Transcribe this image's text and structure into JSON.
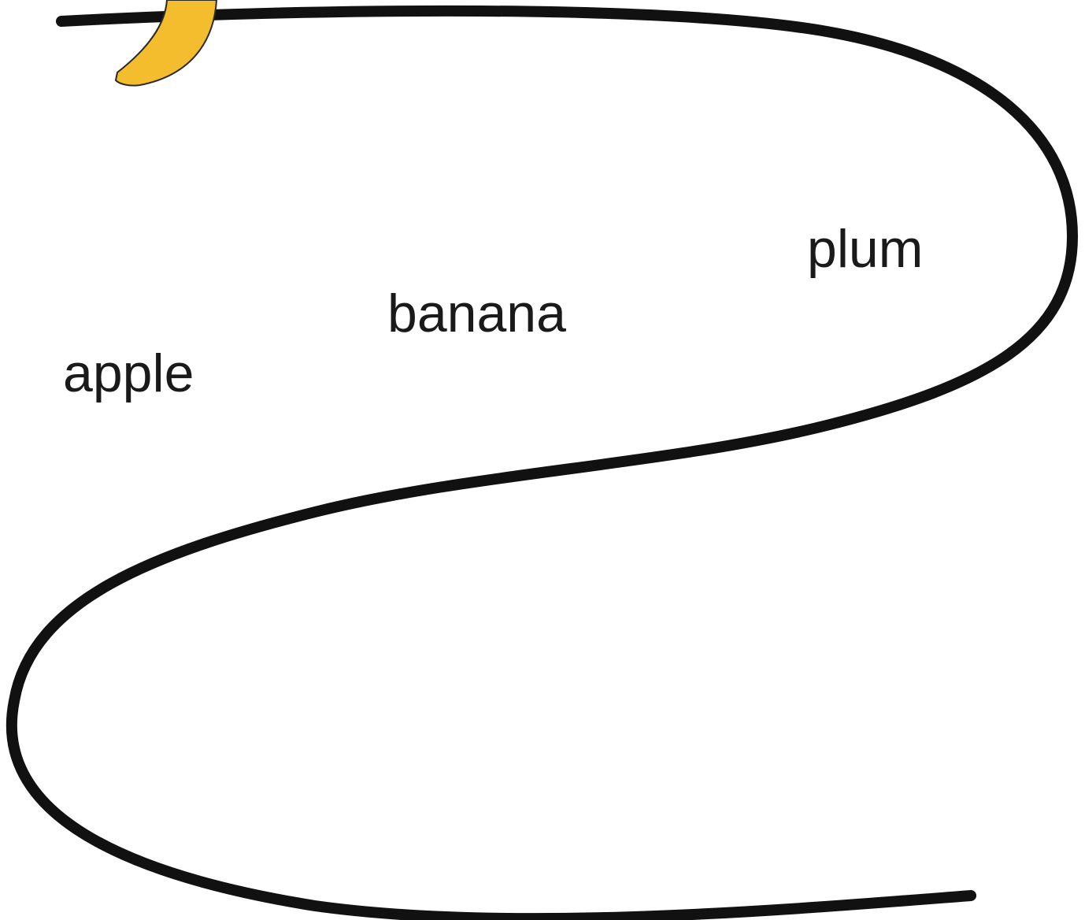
{
  "words": [
    {
      "id": "plum",
      "text": "plum"
    },
    {
      "id": "banana",
      "text": "banana"
    },
    {
      "id": "apple",
      "text": "apple"
    }
  ],
  "colors": {
    "background": "#ffffff",
    "path": "#111111",
    "banana_fill": "#f4bd2e",
    "banana_outline": "#2a2a2a",
    "text": "#1a1a1a"
  },
  "icons": {
    "banana": "banana-icon"
  }
}
